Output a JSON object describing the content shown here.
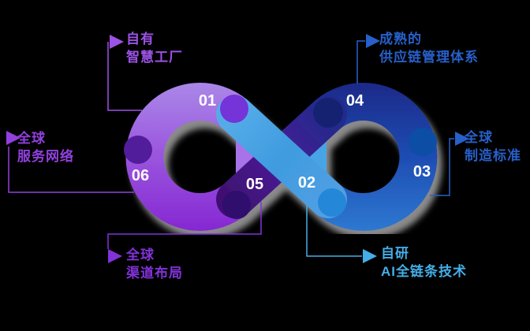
{
  "canvas": {
    "background": "#000000"
  },
  "loop": {
    "kind": "infinity-cycle-diagram",
    "steps": [
      {
        "num": "01"
      },
      {
        "num": "02"
      },
      {
        "num": "03"
      },
      {
        "num": "04"
      },
      {
        "num": "05"
      },
      {
        "num": "06"
      }
    ]
  },
  "callouts": {
    "top_left": {
      "line1": "自有",
      "line2": "智慧工厂",
      "color": "#9c52e4"
    },
    "left": {
      "line1": "全球",
      "line2": "服务网络",
      "color": "#9140dd"
    },
    "bottom_left": {
      "line1": "全球",
      "line2": "渠道布局",
      "color": "#8232da"
    },
    "top_right": {
      "line1": "成熟的",
      "line2": "供应链管理体系",
      "color": "#2760c9"
    },
    "right": {
      "line1": "全球",
      "line2": "制造标准",
      "color": "#2760c9"
    },
    "bottom_right": {
      "line1": "自研",
      "line2": "AI全链条技术",
      "color": "#45aee8"
    }
  },
  "colors": {
    "ring_left_light": "#ab8ae8",
    "ring_left_dark": "#8526d2",
    "cross_purple_dark": "#3f1173",
    "cross_navy": "#222a8c",
    "ring_right_navy": "#1a2786",
    "ring_right_blue": "#2e7ad2",
    "cross_cyan": "#4fa9e6",
    "node_01": "#7434d8",
    "node_02": "#2487d8",
    "node_03": "#0c4da6",
    "node_04": "#152272",
    "node_05": "#2f0e6e",
    "node_06": "#521d9b",
    "shadow": "#9a9a9a",
    "number_text": "#ffffff"
  }
}
